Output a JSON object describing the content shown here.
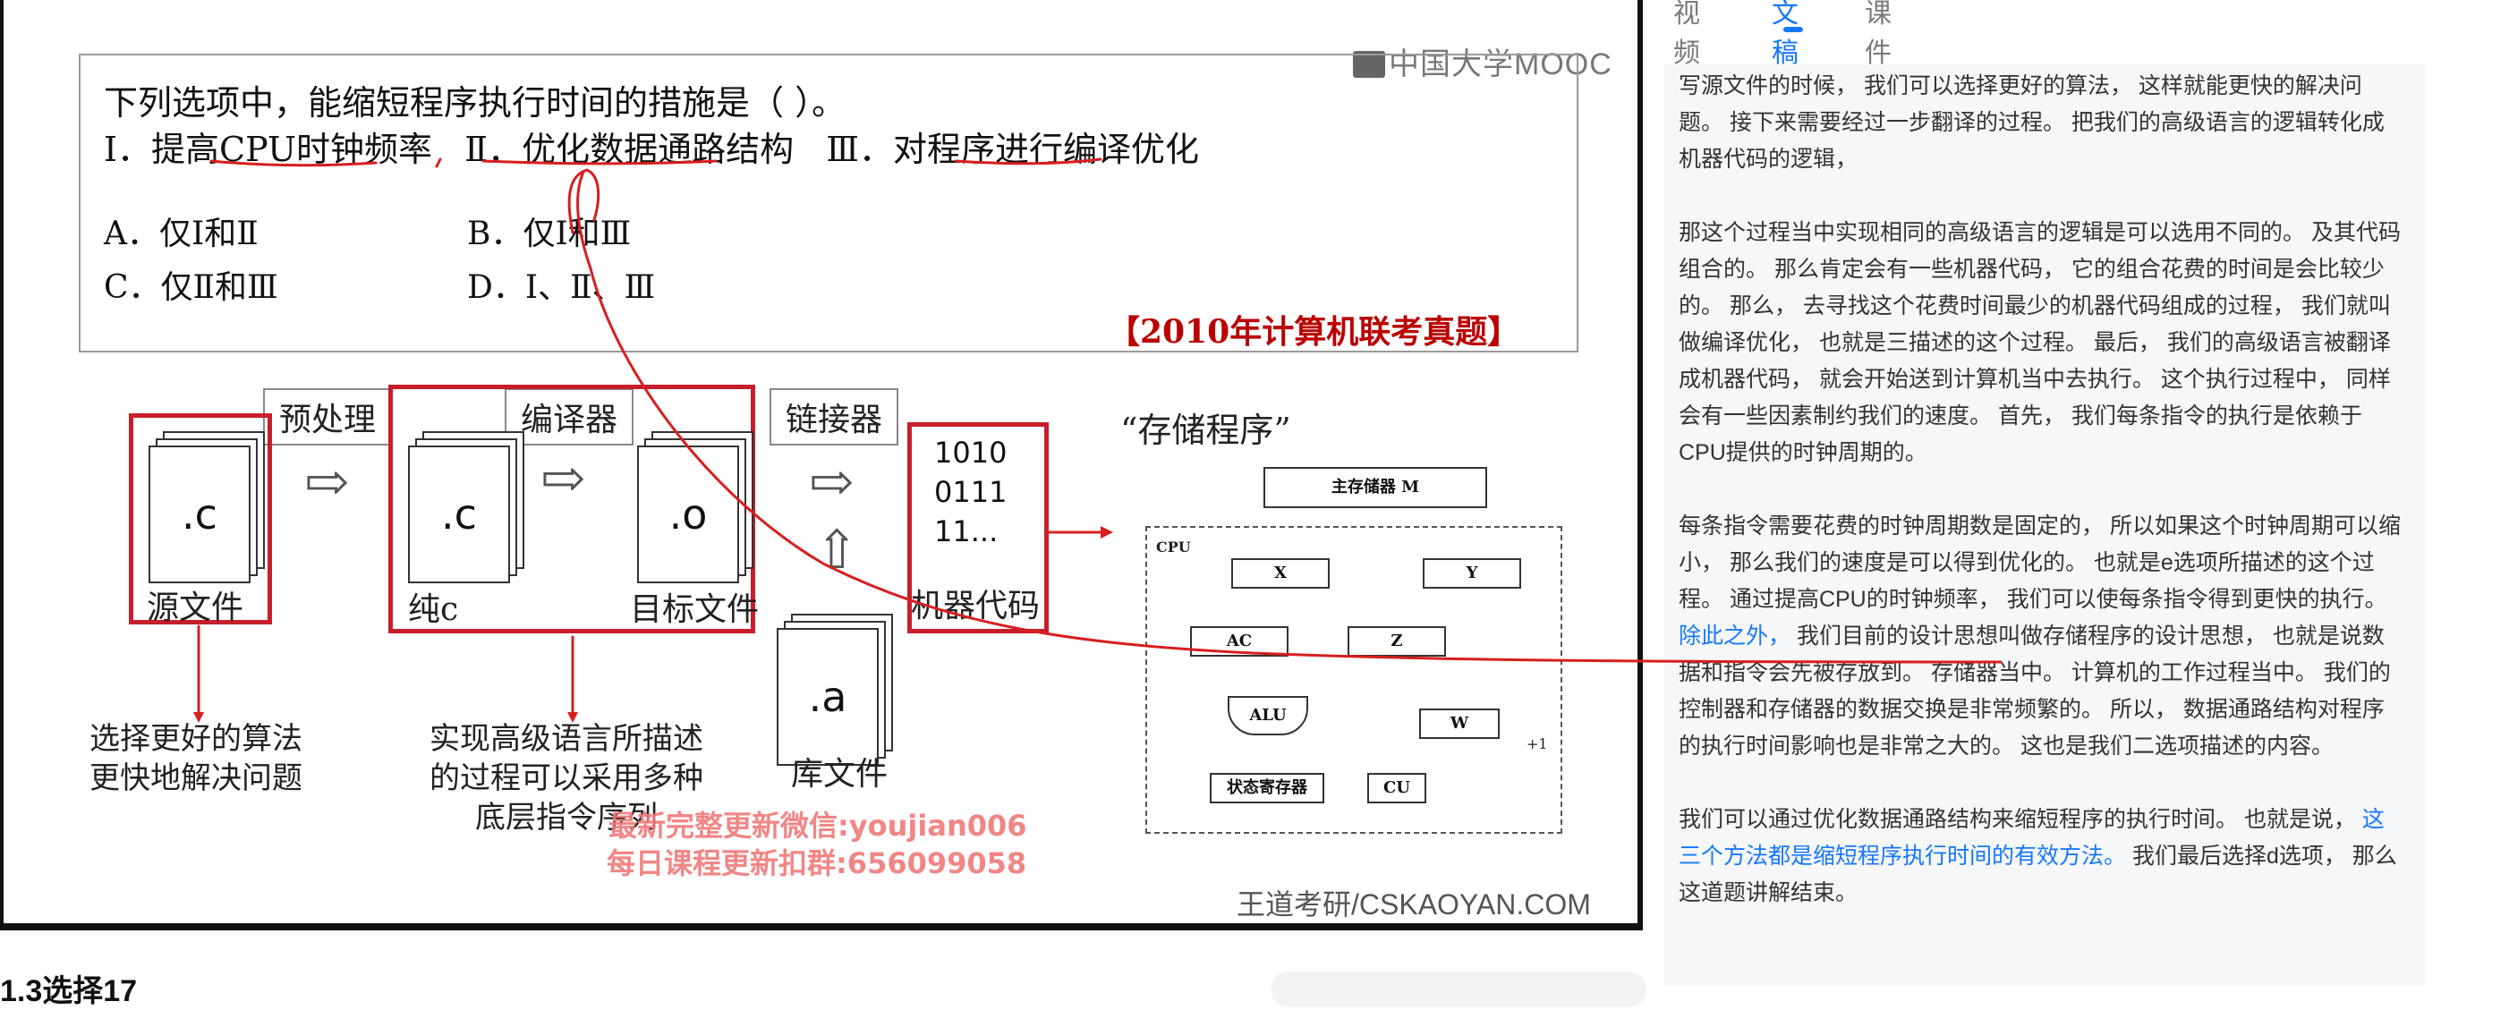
{
  "slide": {
    "logo": "中国大学MOOC",
    "question": {
      "stem": "下列选项中，能缩短程序执行时间的措施是（     ）。",
      "item1": "Ⅰ．提高CPU时钟频率",
      "item2": "Ⅱ．优化数据通路结构",
      "item3": "Ⅲ．对程序进行编译优化",
      "option_a": "A．仅Ⅰ和Ⅱ",
      "option_b": "B．仅Ⅰ和Ⅲ",
      "option_c": "C．仅Ⅱ和Ⅲ",
      "option_d": "D．Ⅰ、Ⅱ、Ⅲ",
      "exam_tag": "【2010年计算机联考真题】"
    },
    "flow": {
      "preprocess": "预处理",
      "compiler": "编译器",
      "linker": "链接器",
      "src_ext": ".c",
      "pure_ext": ".c",
      "obj_ext": ".o",
      "lib_ext": ".a",
      "src_caption": "源文件",
      "pure_caption": "纯c",
      "obj_caption": "目标文件",
      "lib_caption": "库文件",
      "machine_code_caption": "机器代码",
      "bits1": "1010",
      "bits2": "0111",
      "bits3": "11...",
      "stored_program": "“存储程序”",
      "note1_line1": "选择更好的算法",
      "note1_line2": "更快地解决问题",
      "note2_line1": "实现高级语言所描述",
      "note2_line2": "的过程可以采用多种",
      "note2_line3": "底层指令序列"
    },
    "cpu": {
      "main_memory": "主存储器 M",
      "cpu_label": "CPU",
      "x": "X",
      "y": "Y",
      "ac": "AC",
      "z": "Z",
      "alu": "ALU",
      "w": "W",
      "status": "状态寄存器",
      "cu": "CU",
      "plus1": "+1"
    },
    "watermark1": "最新完整更新微信:youjian006",
    "watermark2": "每日课程更新扣群:656099058",
    "brand": "王道考研/CSKAOYAN.COM"
  },
  "tabs": {
    "video": "视频",
    "doc": "文稿",
    "courseware": "课件"
  },
  "transcript": {
    "p1": "写源文件的时候， 我们可以选择更好的算法， 这样就能更快的解决问题。 接下来需要经过一步翻译的过程。 把我们的高级语言的逻辑转化成机器代码的逻辑，",
    "p2": "那这个过程当中实现相同的高级语言的逻辑是可以选用不同的。 及其代码组合的。 那么肯定会有一些机器代码， 它的组合花费的时间是会比较少的。 那么， 去寻找这个花费时间最少的机器代码组成的过程， 我们就叫做编译优化， 也就是三描述的这个过程。 最后， 我们的高级语言被翻译成机器代码， 就会开始送到计算机当中去执行。 这个执行过程中， 同样会有一些因素制约我们的速度。 首先， 我们每条指令的执行是依赖于CPU提供的时钟周期的。",
    "p3_a": "每条指令需要花费的时钟周期数是固定的， 所以如果这个时钟周期可以缩小， 那么我们的速度是可以得到优化的。 也就是e选项所描述的这个过程。 通过提高CPU的时钟频率， 我们可以使每条指令得到更快的执行。 ",
    "p3_hl": "除此之外，",
    "p3_b": " 我们目前的设计思想叫做存储程序的设计思想， 也就是说数据和指令会先被存放到。 存储器当中。 计算机的工作过程当中。 我们的控制器和存储器的数据交换是非常频繁的。 所以， 数据通路结构对程序的执行时间影响也是非常之大的。 这也是我们二选项描述的内容。",
    "p4_a": "我们可以通过优化数据通路结构来缩短程序的执行时间。 也就是说， ",
    "p4_hl": "这三个方法都是缩短程序执行时间的有效方法。",
    "p4_b": " 我们最后选择d选项， 那么这道题讲解结束。"
  },
  "lesson_title": "1.3选择17",
  "colors": {
    "accent": "#1677ff",
    "annotation_red": "#d81e1e",
    "box_red": "#c81e2c"
  }
}
